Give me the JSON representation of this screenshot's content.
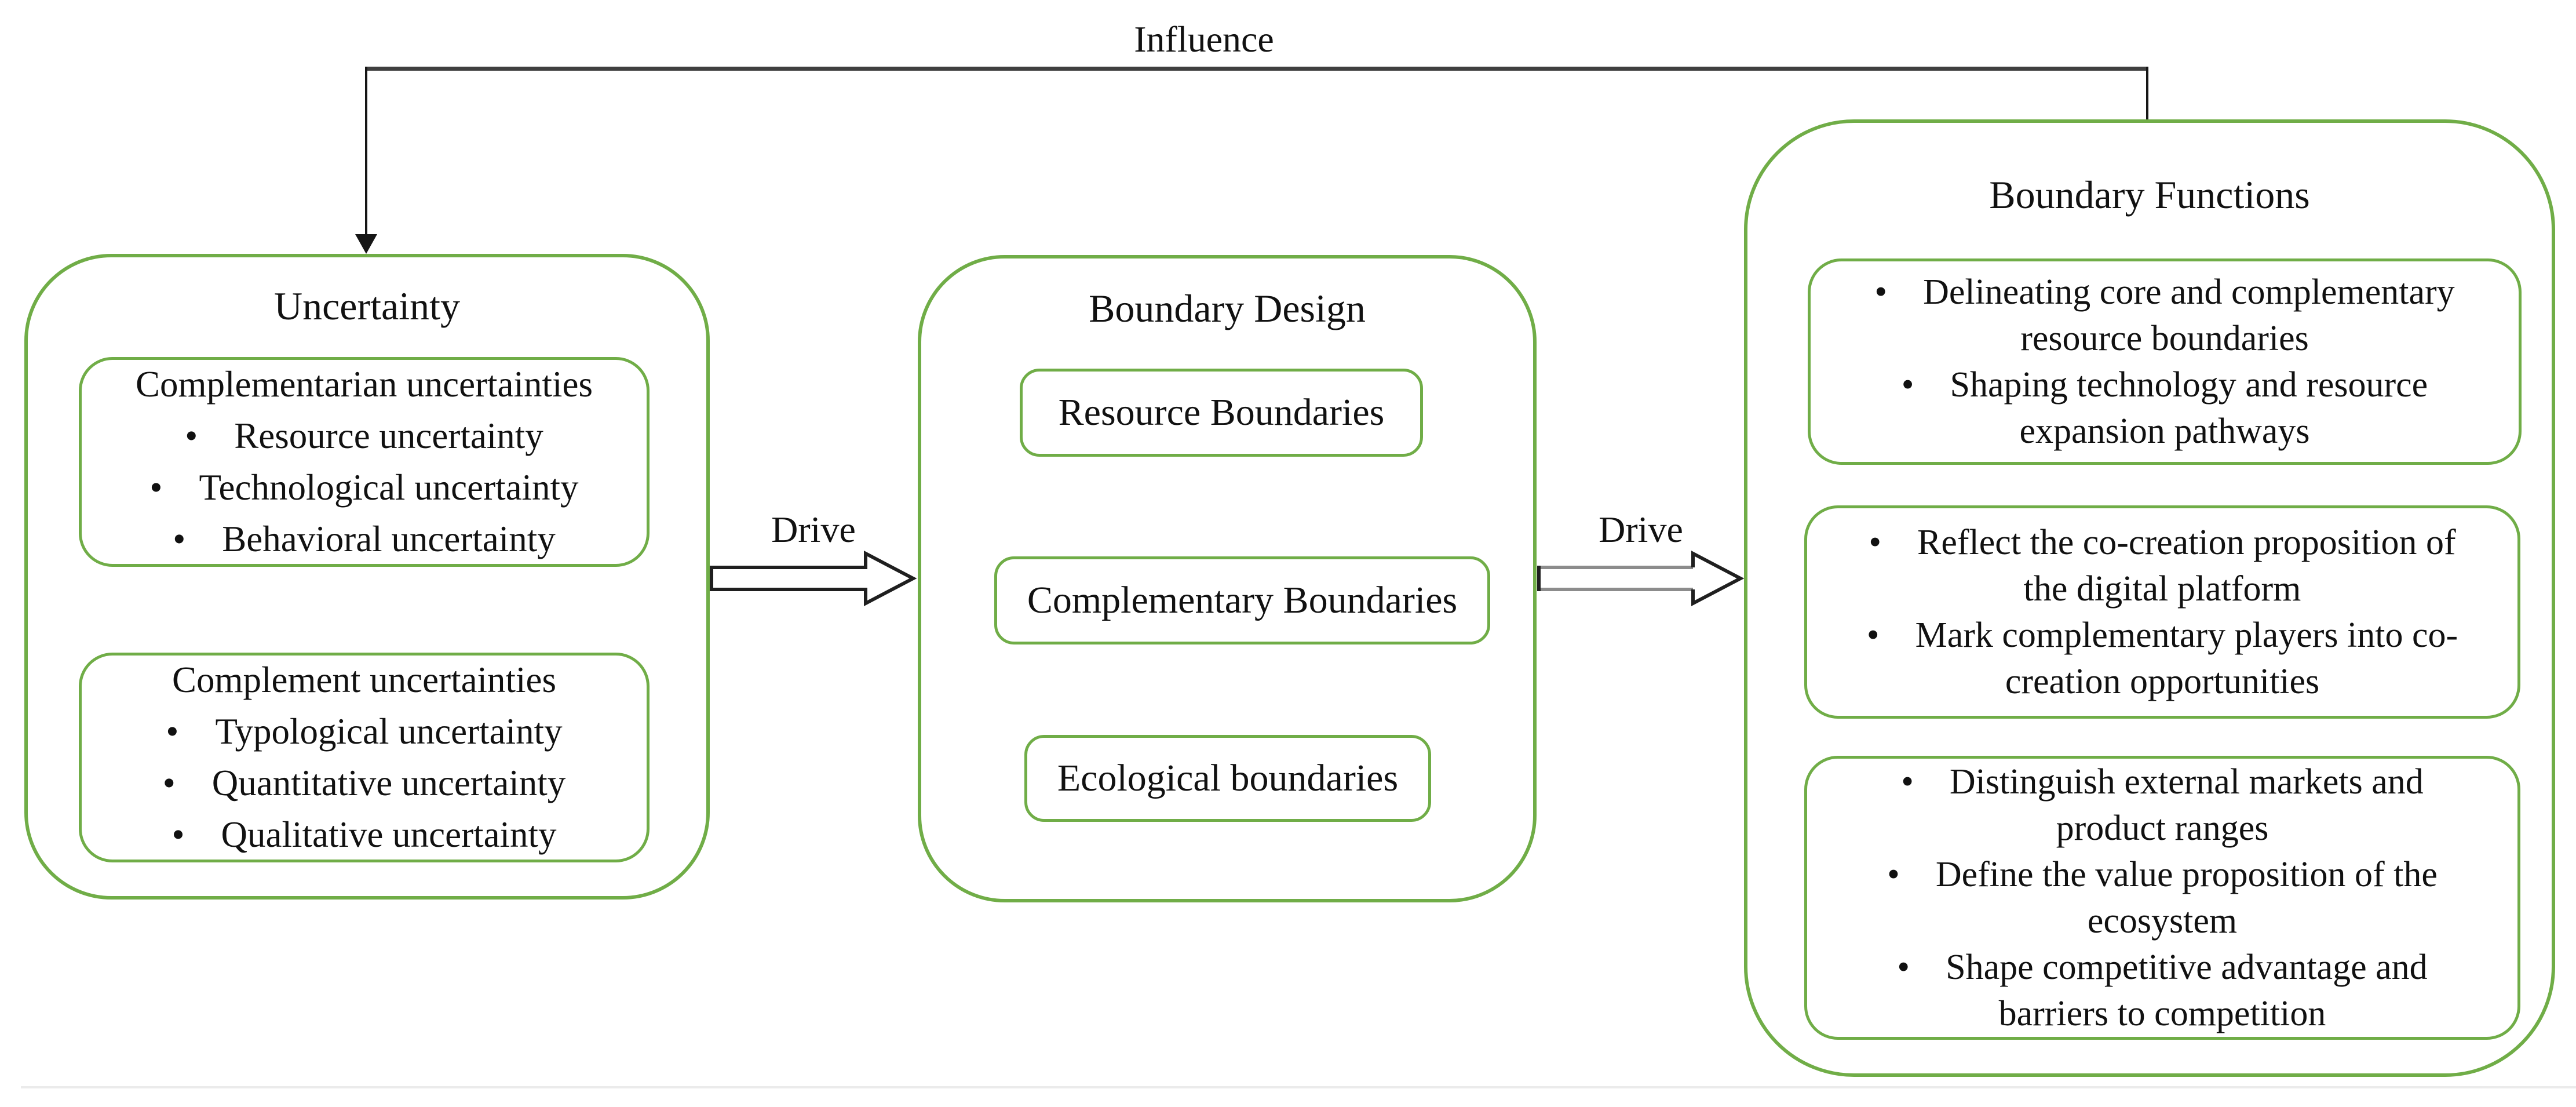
{
  "colors": {
    "green": "#70AD47",
    "line_dark": "#3f3f3f",
    "line_black": "#161616",
    "arrow_outline": "#1f1f1f",
    "arrow_shaft2": "#8c8c8c",
    "page_rule": "#ebebeb",
    "text": "#111111"
  },
  "connectors": {
    "influence_label": "Influence",
    "drive1_label": "Drive",
    "drive2_label": "Drive"
  },
  "uncertainty": {
    "title": "Uncertainty",
    "box1": {
      "title": "Complementarian uncertainties",
      "bullets": [
        "•  Resource uncertainty",
        "•  Technological uncertainty",
        "•  Behavioral uncertainty"
      ]
    },
    "box2": {
      "title": "Complement uncertainties",
      "bullets": [
        "•  Typological uncertainty",
        "•  Quantitative uncertainty",
        "•  Qualitative uncertainty"
      ]
    }
  },
  "boundary_design": {
    "title": "Boundary Design",
    "items": [
      "Resource Boundaries",
      "Complementary Boundaries",
      "Ecological boundaries"
    ]
  },
  "boundary_functions": {
    "title": "Boundary Functions",
    "box1_lines": [
      "•  Delineating core and complementary",
      "resource boundaries",
      "•  Shaping technology and resource",
      "expansion pathways"
    ],
    "box2_lines": [
      "•  Reflect the co-creation proposition of",
      "the digital platform",
      "•  Mark complementary players into co-",
      "creation opportunities"
    ],
    "box3_lines": [
      "•  Distinguish external markets and",
      "product ranges",
      "•  Define the value proposition of the",
      "ecosystem",
      "•  Shape competitive advantage and",
      "barriers to competition"
    ]
  }
}
